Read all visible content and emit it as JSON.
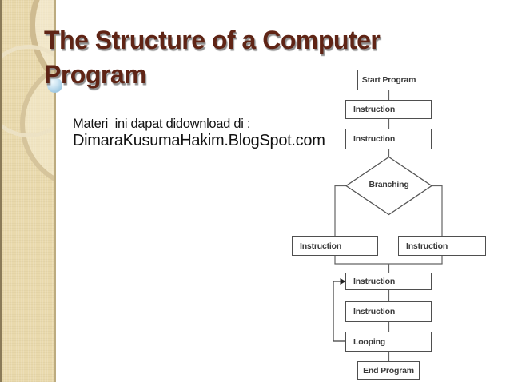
{
  "slide": {
    "title_lines": [
      "The Structure of a Computer",
      "Program"
    ],
    "note_line1": "Materi  ini dapat didownload di :",
    "note_line2": "DimaraKusumaHakim.BlogSpot.com"
  },
  "colors": {
    "title_text": "#5f2415",
    "title_shadow": "#8e8e8e",
    "sidebar": "#e9d9ac",
    "accent_sphere": "#a9cfe6",
    "box_border": "#4f4f4f",
    "connector": "#646464",
    "node_text": "#3a3a3a"
  },
  "flowchart": {
    "start": "Start Program",
    "instruction1": "Instruction",
    "instruction2": "Instruction",
    "branching": "Branching",
    "instruction_left": "Instruction",
    "instruction_right": "Instruction",
    "instruction3": "Instruction",
    "instruction4": "Instruction",
    "looping": "Looping",
    "end": "End Program"
  }
}
